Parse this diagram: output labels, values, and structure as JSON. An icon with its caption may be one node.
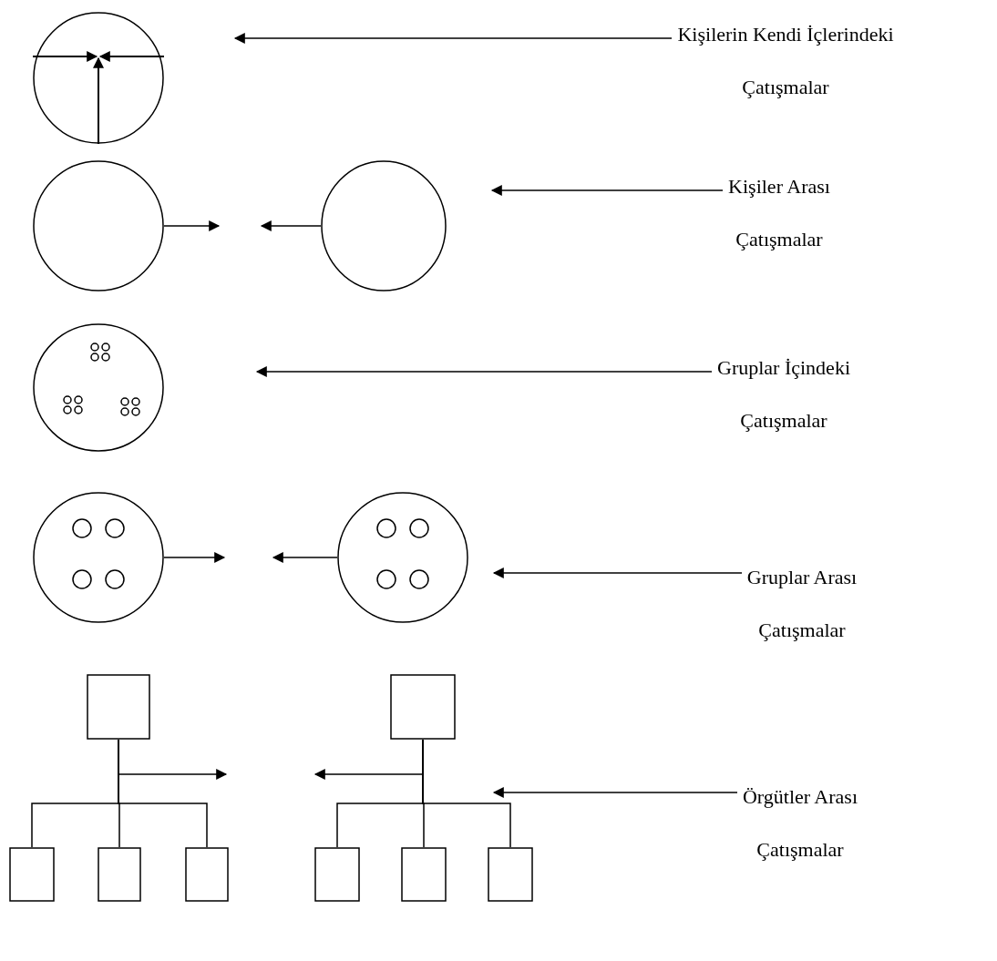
{
  "diagram": {
    "nodes": [
      {
        "text": [],
        "shape": "circle"
      },
      {
        "text": [
          "Kişilerin Kendi İçlerindeki Çatışmalar"
        ]
      },
      {
        "text": [],
        "shape": "circle"
      },
      {
        "text": [],
        "shape": "circle"
      },
      {
        "text": [
          "Kişiler Arası Çatışmalar"
        ]
      },
      {
        "text": [],
        "shape": "circle"
      },
      {
        "text": [
          "Gruplar İçindeki Çatışmalar"
        ]
      },
      {
        "text": [],
        "shape": "circle"
      },
      {
        "text": [],
        "shape": "circle"
      },
      {
        "text": [
          "Gruplar Arası Çatışmalar"
        ]
      },
      {
        "text": [],
        "shape": "box"
      },
      {
        "text": [],
        "shape": "box"
      },
      {
        "text": [],
        "shape": "box"
      },
      {
        "text": [],
        "shape": "box"
      },
      {
        "text": [],
        "shape": "box"
      },
      {
        "text": [],
        "shape": "box"
      },
      {
        "text": [],
        "shape": "box"
      },
      {
        "text": [],
        "shape": "box"
      },
      {
        "text": [
          "Örgütler Arası Çatışmalar"
        ]
      }
    ],
    "edges": [
      {
        "from": 1,
        "to": null,
        "arrow": "to"
      },
      {
        "from": 2,
        "to": null,
        "arrow": "to"
      },
      {
        "from": 3,
        "to": null,
        "arrow": "to"
      },
      {
        "from": 4,
        "to": null,
        "arrow": "to"
      },
      {
        "from": 6,
        "to": null,
        "arrow": "to"
      },
      {
        "from": 7,
        "to": null,
        "arrow": "to"
      },
      {
        "from": 8,
        "to": null,
        "arrow": "to"
      },
      {
        "from": 9,
        "to": null,
        "arrow": "to"
      },
      {
        "from": 10,
        "to": null,
        "arrow": "to"
      },
      {
        "from": 11,
        "to": null,
        "arrow": "to"
      },
      {
        "from": 18,
        "to": null,
        "arrow": "to"
      },
      {
        "from": 10,
        "to": 12,
        "arrow": "none"
      },
      {
        "from": 10,
        "to": 13,
        "arrow": "none"
      },
      {
        "from": 10,
        "to": 14,
        "arrow": "none"
      },
      {
        "from": 11,
        "to": 15,
        "arrow": "none"
      },
      {
        "from": 11,
        "to": 16,
        "arrow": "none"
      },
      {
        "from": 11,
        "to": 17,
        "arrow": "none"
      }
    ]
  }
}
